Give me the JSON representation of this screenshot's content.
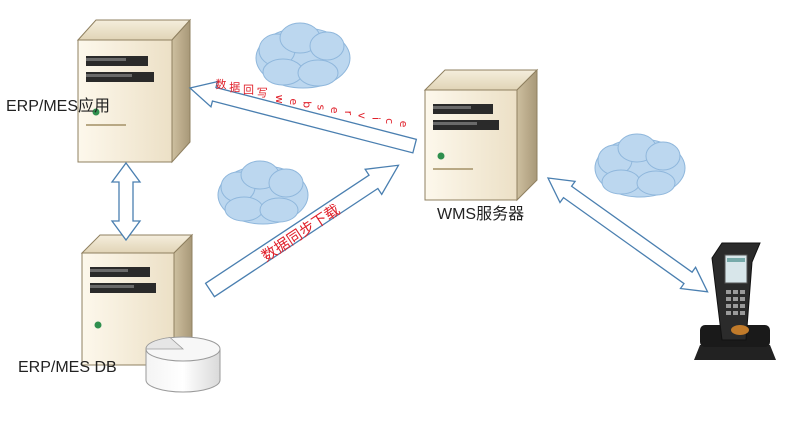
{
  "nodes": {
    "erp_app": {
      "label": "ERP/MES应用"
    },
    "erp_db": {
      "label": "ERP/MES DB"
    },
    "wms_server": {
      "label": "WMS服务器"
    }
  },
  "edges": {
    "writeback": {
      "label": "数据回写webservice",
      "color": "#e0202a"
    },
    "download": {
      "label": "数据同步下载",
      "color": "#e0202a"
    }
  },
  "colors": {
    "arrow_stroke": "#4a7fb0",
    "cloud_fill": "#bcd7ef",
    "cloud_stroke": "#8fb7dc",
    "server_body": "#efe4cc",
    "server_front": "#f8f1e0"
  }
}
